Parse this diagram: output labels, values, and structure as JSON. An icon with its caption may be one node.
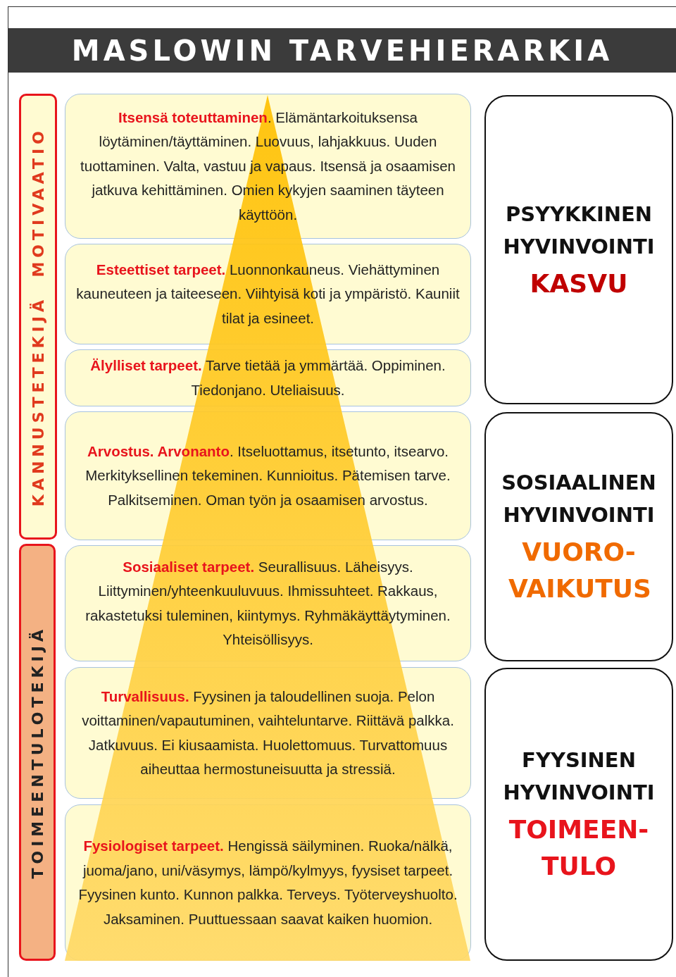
{
  "diagram": {
    "title": "MASLOWIN TARVEHIERARKIA",
    "nodes": [
      {
        "text": [
          "KANNUSTETEKIJÄ",
          "MOTIVAATIO"
        ]
      },
      {
        "text": [
          "TOIMEENTULOTEKIJÄ"
        ]
      },
      {
        "text": [
          "**Itsensä toteuttaminen**. Elämäntarkoituksensa löytäminen/täyttäminen. Luovuus, lahjakkuus. Uuden tuottaminen. Valta, vastuu ja vapaus. Itsensä ja osaamisen jatkuva kehittäminen. Omien kykyjen saaminen täyteen käyttöön."
        ]
      },
      {
        "text": [
          "**Esteettiset tarpeet.** Luonnonkauneus. Viehättyminen kauneuteen ja taiteeseen. Viihtyisä koti ja ympäristö. Kauniit tilat ja esineet."
        ]
      },
      {
        "text": [
          "**Älylliset tarpeet.** Tarve tietää ja ymmärtää. Oppiminen. Tiedonjano. Uteliaisuus."
        ]
      },
      {
        "text": [
          "**Arvostus. Arvonanto**. Itseluottamus, itsetunto, itsearvo. Merkityksellinen tekeminen. Kunnioitus. Pätemisen tarve. Palkitseminen. Oman työn ja osaamisen arvostus."
        ]
      },
      {
        "text": [
          "**Sosiaaliset tarpeet.** Seurallisuus. Läheisyys. Liittyminen/yhteenkuuluvuus. Ihmissuhteet. Rakkaus, rakastetuksi tuleminen, kiintymys. Ryhmäkäyttäytyminen. Yhteisöllisyys."
        ]
      },
      {
        "text": [
          "**Turvallisuus.** Fyysinen ja taloudellinen suoja. Pelon voittaminen/vapautuminen, vaihteluntarve. Riittävä palkka. Jatkuvuus. Ei kiusaamista. Huolettomuus. Turvattomuus aiheuttaa hermostuneisuutta ja stressiä."
        ]
      },
      {
        "text": [
          "**Fysiologiset tarpeet.** Hengissä säilyminen. Ruoka/nälkä, juoma/jano, uni/väsymys, lämpö/kylmyys, fyysiset tarpeet. Fyysinen kunto. Kunnon palkka. Terveys. Työterveyshuolto. Jaksaminen. Puuttuessaan saavat kaiken huomion."
        ]
      },
      {
        "text": [
          "PSYYKKINEN HYVINVOINTI",
          "KASVU"
        ]
      },
      {
        "text": [
          "SOSIAALINEN HYVINVOINTI",
          "VUORO- VAIKUTUS"
        ]
      },
      {
        "text": [
          "FYYSINEN HYVINVOINTI",
          "TOIMEEN- TULO"
        ]
      }
    ],
    "edges": []
  }
}
